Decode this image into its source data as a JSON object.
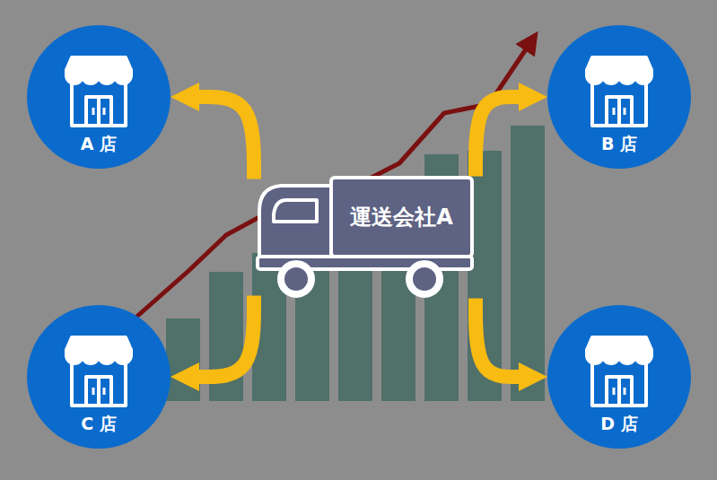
{
  "diagram": {
    "nodes": [
      {
        "text": [
          "A 店"
        ]
      },
      {
        "text": [
          "B 店"
        ]
      },
      {
        "text": [
          "運送会社A"
        ]
      },
      {
        "text": [
          "C 店"
        ]
      },
      {
        "text": [
          "D 店"
        ]
      }
    ],
    "edges": [
      {
        "from": 2,
        "to": 0,
        "arrow": "to"
      },
      {
        "from": 2,
        "to": 1,
        "arrow": "to"
      },
      {
        "from": 2,
        "to": 3,
        "arrow": "to"
      },
      {
        "from": 2,
        "to": 4,
        "arrow": "to"
      }
    ]
  }
}
